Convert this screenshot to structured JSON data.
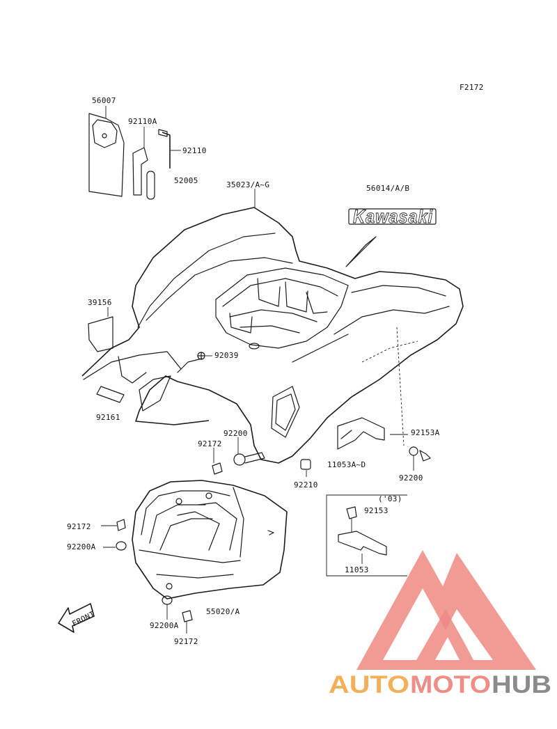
{
  "figure_code": "F2172",
  "parts": {
    "p56007": "56007",
    "p92110A": "92110A",
    "p92110": "92110",
    "p52005": "52005",
    "p35023": "35023/A~G",
    "p56014": "56014/A/B",
    "p39156": "39156",
    "p92039": "92039",
    "p92161": "92161",
    "p92200_a": "92200",
    "p92172_a": "92172",
    "p92153A": "92153A",
    "p11053AD": "11053A~D",
    "p92200_b": "92200",
    "p92210": "92210",
    "p03": "('03)",
    "p92153": "92153",
    "p11053": "11053",
    "p92172_b": "92172",
    "p92200A_a": "92200A",
    "p92200A_b": "92200A",
    "p55020": "55020/A",
    "p92172_c": "92172"
  },
  "emblem_text": "Kawasaki",
  "front_marker": "FRONT",
  "watermark": {
    "part1": "AUTO",
    "part2": "MOTO",
    "part3": "HUB",
    "color1": "#f2b05a",
    "color2": "#ef8e86",
    "color3": "#8b8b8b",
    "logo_color": "#ee8a82"
  }
}
